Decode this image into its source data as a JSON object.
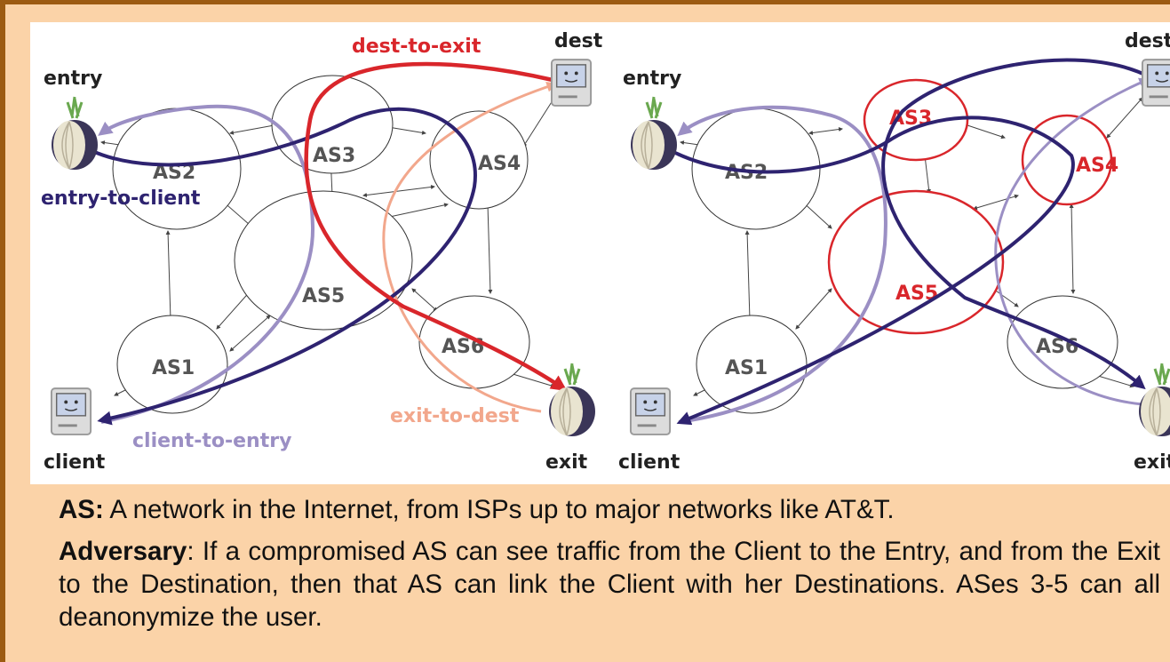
{
  "left": {
    "nodes": {
      "entry": "entry",
      "dest": "dest",
      "client": "client",
      "exit": "exit"
    },
    "as": {
      "as1": "AS1",
      "as2": "AS2",
      "as3": "AS3",
      "as4": "AS4",
      "as5": "AS5",
      "as6": "AS6"
    },
    "paths": {
      "dest_to_exit": "dest-to-exit",
      "entry_to_client": "entry-to-client",
      "client_to_entry": "client-to-entry",
      "exit_to_dest": "exit-to-dest"
    }
  },
  "right": {
    "nodes": {
      "entry": "entry",
      "dest": "dest",
      "client": "client",
      "exit": "exit"
    },
    "as": {
      "as1": "AS1",
      "as2": "AS2",
      "as3": "AS3",
      "as4": "AS4",
      "as5": "AS5",
      "as6": "AS6"
    }
  },
  "colors": {
    "dest_to_exit": "#d9262b",
    "entry_to_client": "#2e2370",
    "client_to_entry": "#9b8fc4",
    "exit_to_dest": "#f2a78c",
    "compromised": "#d9262b",
    "background": "#fbd3a8"
  },
  "caption": {
    "as_term": "AS:",
    "as_def": " A network in the Internet, from ISPs up to major networks like AT&T.",
    "adv_term": "Adversary",
    "adv_def": ": If a compromised AS can see traffic from the Client to the Entry, and from the Exit to the Destination, then that AS can link the Client with her Destinations. ASes 3-5 can all deanonymize the user."
  }
}
